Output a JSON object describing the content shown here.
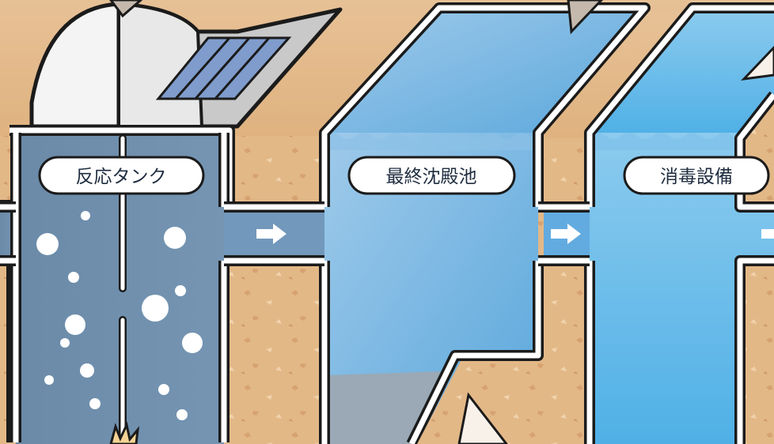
{
  "labels": {
    "reaction_tank": "反応タンク",
    "final_settling_tank": "最終沈殿池",
    "disinfection_facility": "消毒設備"
  },
  "colors": {
    "soil_light": "#e8c69b",
    "soil_dark": "#cf9a67",
    "reaction_water": "#6f8fae",
    "settling_water": "#7fb6e2",
    "disinfection_water": "#5ab3e6",
    "sludge": "#9aa9b5",
    "outline": "#1b1b1b",
    "wall": "#ffffff"
  },
  "icons": {
    "flow_arrow": "right-arrow-icon",
    "aerator": "aeration-cover-icon",
    "pointer": "callout-pointer-icon"
  }
}
